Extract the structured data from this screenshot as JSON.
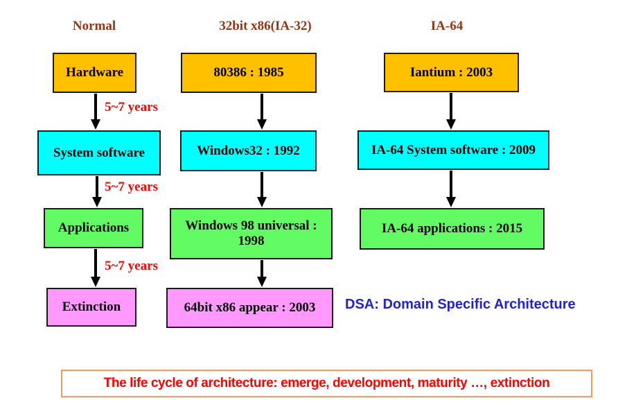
{
  "title": "The life cycle of architecture",
  "colors": {
    "stage_hardware": "#FFC000",
    "stage_system_software": "#00FFFF",
    "stage_applications": "#63FB63",
    "stage_extinction": "#FF99FF",
    "column_header_text": "#943518",
    "interval_text": "#FF0000",
    "dsa_note_text": "#1F1FE0",
    "banner_border": "#ED9C5C",
    "banner_text": "#FF0000",
    "box_border": "#1A1A1A"
  },
  "columns": [
    {
      "header": "Normal",
      "boxes": [
        {
          "label": "Hardware",
          "stage": "hardware"
        },
        {
          "label": "System software",
          "stage": "system-software"
        },
        {
          "label": "Applications",
          "stage": "applications"
        },
        {
          "label": "Extinction",
          "stage": "extinction"
        }
      ],
      "intervals": [
        "5~7 years",
        "5~7 years",
        "5~7 years"
      ]
    },
    {
      "header": "32bit x86(IA-32)",
      "boxes": [
        {
          "label": "80386 : 1985",
          "stage": "hardware"
        },
        {
          "label": "Windows32 : 1992",
          "stage": "system-software"
        },
        {
          "label": "Windows 98 universal : 1998",
          "stage": "applications"
        },
        {
          "label": "64bit x86 appear : 2003",
          "stage": "extinction"
        }
      ],
      "intervals": []
    },
    {
      "header": "IA-64",
      "boxes": [
        {
          "label": "Iantium : 2003",
          "stage": "hardware"
        },
        {
          "label": "IA-64 System software : 2009",
          "stage": "system-software"
        },
        {
          "label": "IA-64 applications : 2015",
          "stage": "applications"
        }
      ],
      "intervals": []
    }
  ],
  "notes": {
    "dsa": "DSA: Domain Specific Architecture",
    "banner": "The life cycle of architecture: emerge, development, maturity …, extinction"
  }
}
